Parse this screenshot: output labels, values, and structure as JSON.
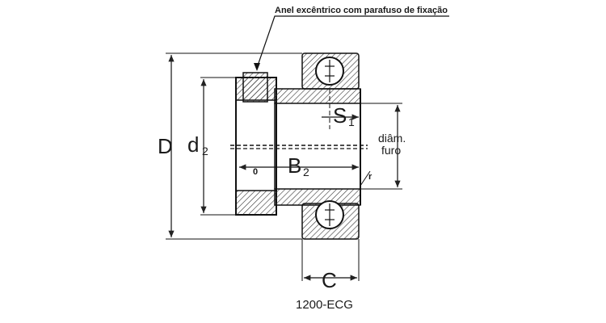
{
  "callout": "Anel excêntrico com  parafuso de fixação",
  "dims": {
    "D": "D",
    "d2_main": "d",
    "d2_sub": "2",
    "B2_main": "B",
    "B2_sub": "2",
    "S1_main": "S",
    "S1_sub": "1",
    "C": "C",
    "bore_line1": "diâm.",
    "bore_line2": "furo",
    "r": "r",
    "zero": "0"
  },
  "caption": "1200-ECG"
}
